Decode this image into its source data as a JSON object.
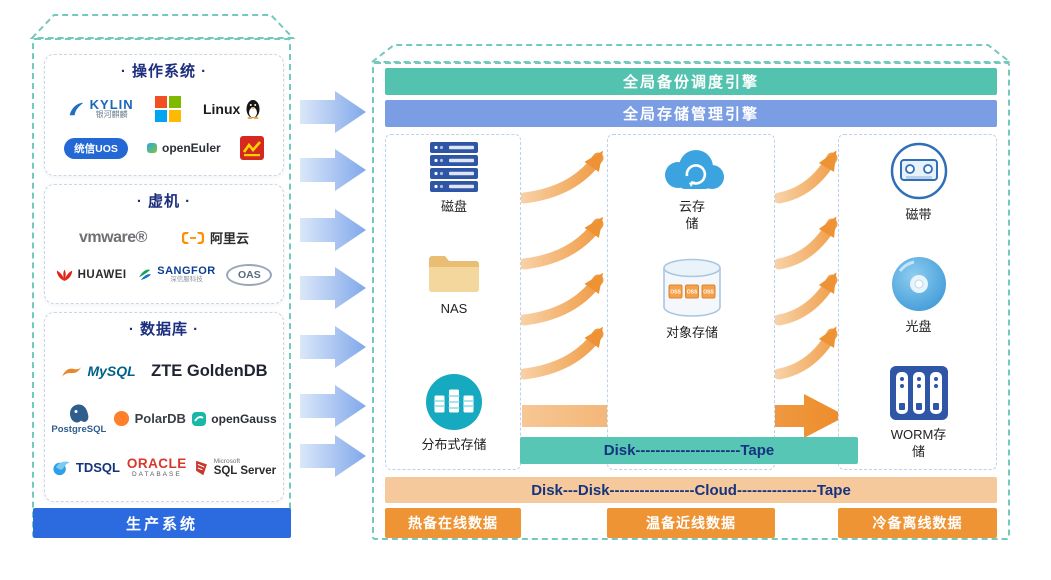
{
  "production": {
    "label": "生产系统",
    "os_group": {
      "title": "· 操作系统 ·",
      "kylin": {
        "brand": "KYLIN",
        "sub": "银河麒麟"
      },
      "linux": "Linux",
      "uos": "统信UOS",
      "openeuler": "openEuler"
    },
    "vm_group": {
      "title": "· 虚机 ·",
      "vmware": "vmware®",
      "aliyun": "阿里云",
      "huawei": "HUAWEI",
      "sangfor": {
        "brand": "SANGFOR",
        "sub": "深信服科技"
      },
      "oas": "OAS"
    },
    "db_group": {
      "title": "· 数据库 ·",
      "mysql": "MySQL",
      "goldendb": "ZTE GoldenDB",
      "postgresql": "PostgreSQL",
      "polardb": "PolarDB",
      "opengauss": "openGauss",
      "tdsql": "TDSQL",
      "oracle": {
        "brand": "ORACLE",
        "sub": "DATABASE"
      },
      "sqlserver": {
        "brand": "SQL Server",
        "sub": "Microsoft"
      }
    }
  },
  "backup": {
    "scheduler_banner": "全局备份调度引擎",
    "storage_banner": "全局存储管理引擎",
    "oss_label": "OSS",
    "flow_teal": "Disk---------------------Tape",
    "flow_orange": "Disk---Disk-----------------Cloud----------------Tape",
    "columns": [
      {
        "footer": "热备在线数据",
        "items": [
          {
            "label": "磁盘"
          },
          {
            "label": "NAS"
          },
          {
            "label": "分布式存储"
          }
        ]
      },
      {
        "footer": "温备近线数据",
        "items": [
          {
            "label": "云存储"
          },
          {
            "label": "对象存储"
          }
        ]
      },
      {
        "footer": "冷备离线数据",
        "items": [
          {
            "label": "磁带"
          },
          {
            "label": "光盘"
          },
          {
            "label": "WORM存储"
          }
        ]
      }
    ]
  },
  "colors": {
    "teal_banner": "#53c2ae",
    "blue_banner": "#7b9de4",
    "footer_orange": "#ee9435",
    "production_blue": "#2c6ae0",
    "flow_orange_bg": "#f5c99c",
    "dashed_frame": "#74c9bd"
  }
}
